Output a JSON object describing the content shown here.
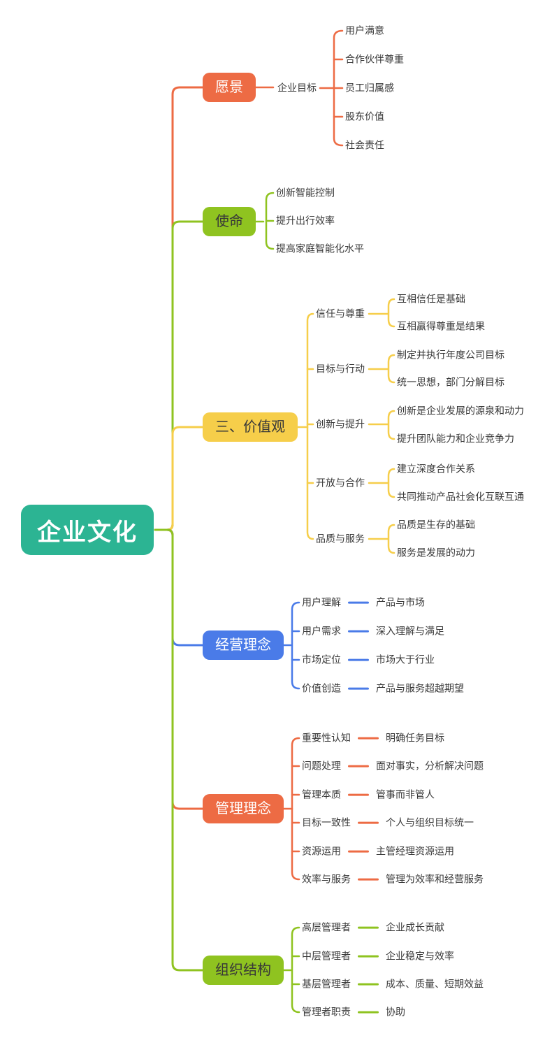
{
  "palette": {
    "root": "#2CB493",
    "orange": "#ED6B44",
    "green": "#8FC320",
    "yellow": "#F6CE4A",
    "blue": "#4A7BE8",
    "text": "#383838"
  },
  "root": {
    "label": "企业文化"
  },
  "branches": [
    {
      "label": "愿景",
      "color": "#ED6B44",
      "children": [
        {
          "label": "企业目标",
          "leaves": [
            "用户满意",
            "合作伙伴尊重",
            "员工归属感",
            "股东价值",
            "社会责任"
          ]
        }
      ]
    },
    {
      "label": "使命",
      "color": "#8FC320",
      "leaves": [
        "创新智能控制",
        "提升出行效率",
        "提高家庭智能化水平"
      ]
    },
    {
      "label": "三、价值观",
      "color": "#F6CE4A",
      "children": [
        {
          "label": "信任与尊重",
          "leaves": [
            "互相信任是基础",
            "互相赢得尊重是结果"
          ]
        },
        {
          "label": "目标与行动",
          "leaves": [
            "制定并执行年度公司目标",
            "统一思想，部门分解目标"
          ]
        },
        {
          "label": "创新与提升",
          "leaves": [
            "创新是企业发展的源泉和动力",
            "提升团队能力和企业竞争力"
          ]
        },
        {
          "label": "开放与合作",
          "leaves": [
            "建立深度合作关系",
            "共同推动产品社会化互联互通"
          ]
        },
        {
          "label": "品质与服务",
          "leaves": [
            "品质是生存的基础",
            "服务是发展的动力"
          ]
        }
      ]
    },
    {
      "label": "经营理念",
      "color": "#4A7BE8",
      "children": [
        {
          "label": "用户理解",
          "leaves": [
            "产品与市场"
          ]
        },
        {
          "label": "用户需求",
          "leaves": [
            "深入理解与满足"
          ]
        },
        {
          "label": "市场定位",
          "leaves": [
            "市场大于行业"
          ]
        },
        {
          "label": "价值创造",
          "leaves": [
            "产品与服务超越期望"
          ]
        }
      ]
    },
    {
      "label": "管理理念",
      "color": "#ED6B44",
      "children": [
        {
          "label": "重要性认知",
          "leaves": [
            "明确任务目标"
          ]
        },
        {
          "label": "问题处理",
          "leaves": [
            "面对事实，分析解决问题"
          ]
        },
        {
          "label": "管理本质",
          "leaves": [
            "管事而非管人"
          ]
        },
        {
          "label": "目标一致性",
          "leaves": [
            "个人与组织目标统一"
          ]
        },
        {
          "label": "资源运用",
          "leaves": [
            "主管经理资源运用"
          ]
        },
        {
          "label": "效率与服务",
          "leaves": [
            "管理为效率和经营服务"
          ]
        }
      ]
    },
    {
      "label": "组织结构",
      "color": "#8FC320",
      "children": [
        {
          "label": "高层管理者",
          "leaves": [
            "企业成长贡献"
          ]
        },
        {
          "label": "中层管理者",
          "leaves": [
            "企业稳定与效率"
          ]
        },
        {
          "label": "基层管理者",
          "leaves": [
            "成本、质量、短期效益"
          ]
        },
        {
          "label": "管理者职责",
          "leaves": [
            "协助"
          ]
        }
      ]
    }
  ]
}
